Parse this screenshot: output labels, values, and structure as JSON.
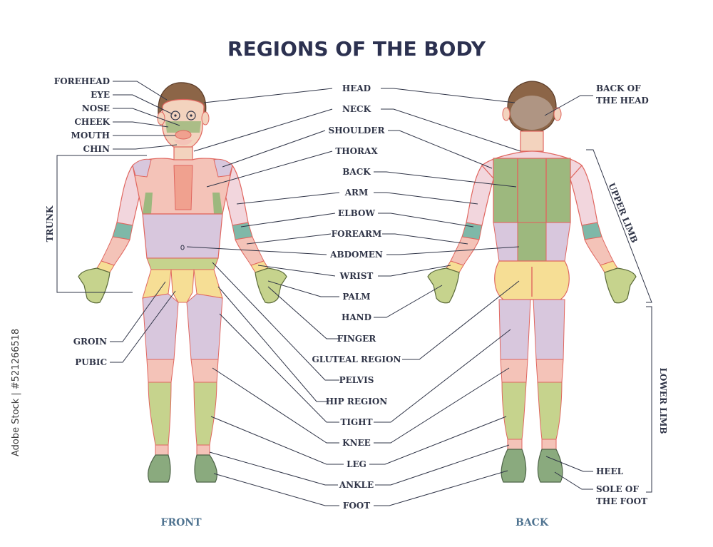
{
  "title": "REGIONS OF THE BODY",
  "views": {
    "front": "FRONT",
    "back": "BACK"
  },
  "left_labels": [
    "FOREHEAD",
    "EYE",
    "NOSE",
    "CHEEK",
    "MOUTH",
    "CHIN",
    "GROIN",
    "PUBIC"
  ],
  "center_labels": [
    "HEAD",
    "NECK",
    "SHOULDER",
    "THORAX",
    "BACK",
    "ARM",
    "ELBOW",
    "FOREARM",
    "ABDOMEN",
    "WRIST",
    "PALM",
    "HAND",
    "FINGER",
    "GLUTEAL REGION",
    "PELVIS",
    "HIP REGION",
    "TIGHT",
    "KNEE",
    "LEG",
    "ANKLE",
    "FOOT"
  ],
  "right_labels": {
    "back_of_head_1": "BACK OF",
    "back_of_head_2": "THE HEAD",
    "heel": "HEEL",
    "sole_1": "SOLE OF",
    "sole_2": "THE FOOT"
  },
  "brackets": {
    "trunk": "TRUNK",
    "upper_limb": "UPPER LIMB",
    "lower_limb": "LOWER LIMB"
  },
  "watermark": "Adobe Stock | #521266518",
  "colors": {
    "pink": "#f4c3b8",
    "lavender": "#d8c7dd",
    "olive": "#b7c784",
    "yellow": "#f6de95",
    "lime": "#c6d38d",
    "teal": "#7fb8a8",
    "salmon": "#f0a18f",
    "light_pink": "#f2d6dd",
    "sage": "#9db87e",
    "hair": "#8c6547",
    "skin": "#f3d3be",
    "line": "#2f3447"
  }
}
